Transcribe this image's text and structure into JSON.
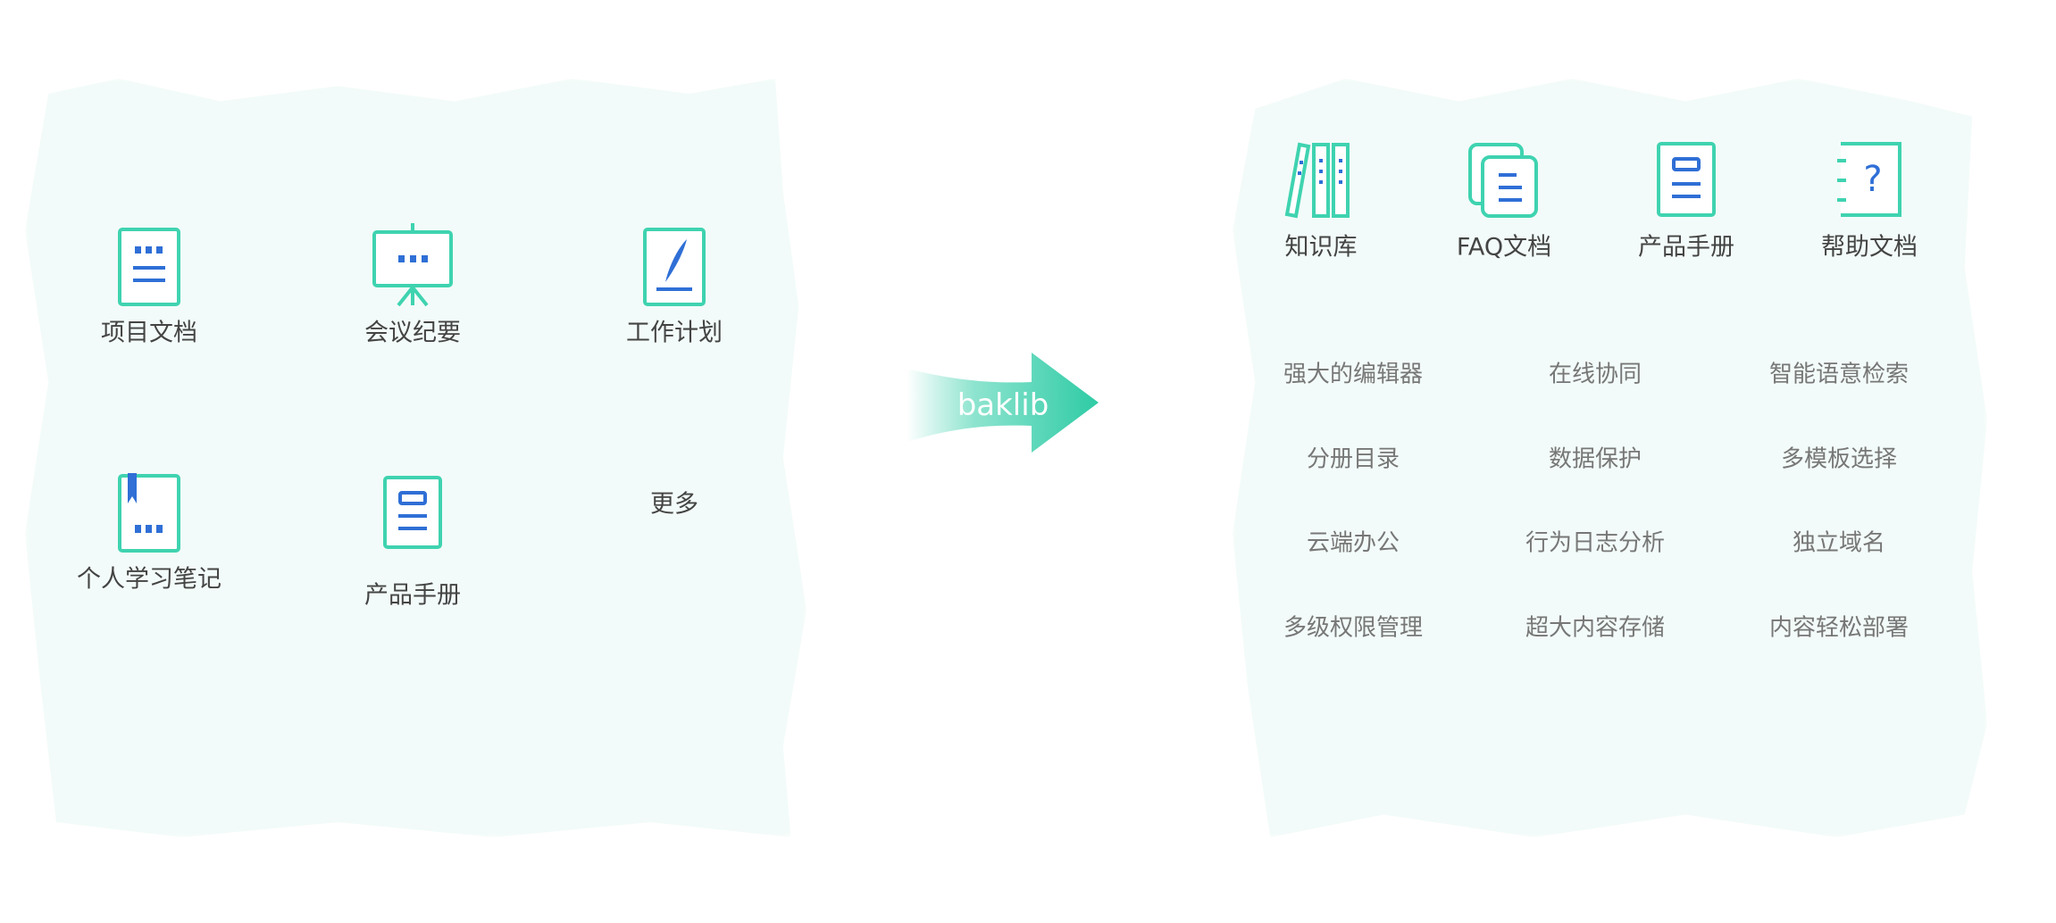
{
  "left": {
    "items": [
      {
        "label": "项目文档",
        "icon": "document-icon"
      },
      {
        "label": "会议纪要",
        "icon": "presentation-board-icon"
      },
      {
        "label": "工作计划",
        "icon": "quill-document-icon"
      },
      {
        "label": "个人学习笔记",
        "icon": "bookmark-notebook-icon"
      },
      {
        "label": "产品手册",
        "icon": "manual-icon"
      },
      {
        "label": "更多"
      }
    ]
  },
  "arrow": {
    "label": "baklib",
    "colors": [
      "#e6f8f3",
      "#2ecba5"
    ]
  },
  "right": {
    "categories": [
      {
        "label": "知识库",
        "icon": "books-icon"
      },
      {
        "label": "FAQ文档",
        "icon": "stacked-documents-icon"
      },
      {
        "label": "产品手册",
        "icon": "manual-icon"
      },
      {
        "label": "帮助文档",
        "icon": "help-document-icon"
      }
    ],
    "features": [
      "强大的编辑器",
      "在线协同",
      "智能语意检索",
      "分册目录",
      "数据保护",
      "多模板选择",
      "云端办公",
      "行为日志分析",
      "独立域名",
      "多级权限管理",
      "超大内容存储",
      "内容轻松部署"
    ]
  },
  "colors": {
    "accent": "#3fd3b0",
    "icon_blue": "#2f6fd6",
    "background_blob": "#f2fbf9"
  }
}
